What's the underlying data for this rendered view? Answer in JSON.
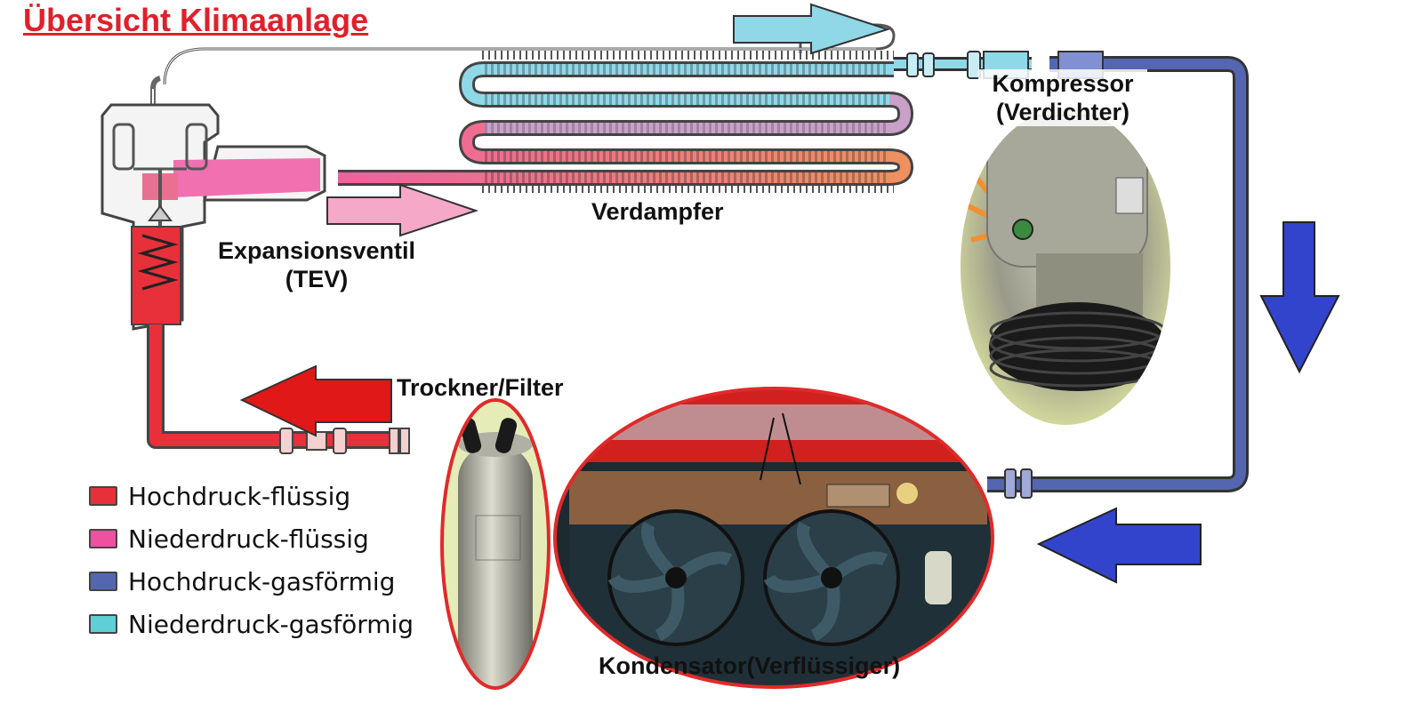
{
  "title": "Übersicht Klimaanlage",
  "labels": {
    "kompressor": "Kompressor",
    "verdichter": "(Verdichter)",
    "verdampfer": "Verdampfer",
    "expansionsventil": "Expansionsventil",
    "tev": "(TEV)",
    "trockner": "Trockner/Filter",
    "kondensator": "Kondensator(Verflüssiger)"
  },
  "legend": [
    {
      "label": "Hochdruck-flüssig",
      "color": "#e8303a"
    },
    {
      "label": "Niederdruck-flüssig",
      "color": "#f050a0"
    },
    {
      "label": "Hochdruck-gasförmig",
      "color": "#5566b0"
    },
    {
      "label": "Niederdruck-gasförmig",
      "color": "#60d0d8"
    }
  ],
  "colors": {
    "high_liquid": "#e8303a",
    "low_liquid": "#f050a0",
    "high_gas": "#5566b0",
    "low_gas": "#8fd8e8",
    "arrow_blue": "#3344cc",
    "arrow_red": "#e01818",
    "arrow_pink": "#f5a0c0",
    "arrow_cyan": "#90d8e8",
    "title": "#e0202a"
  }
}
